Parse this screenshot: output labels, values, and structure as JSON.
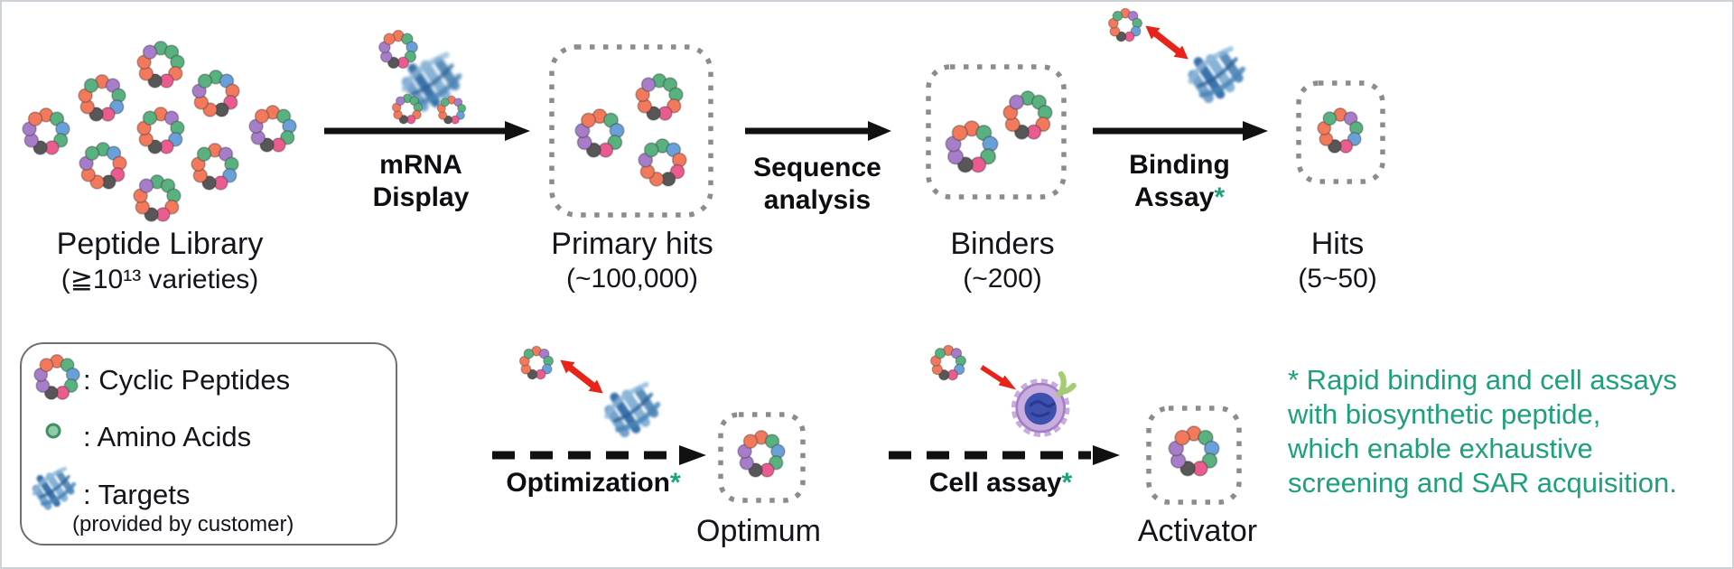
{
  "top_flow": {
    "source": {
      "label": "Peptide Library",
      "sub": "(≧10¹³ varieties)"
    },
    "steps": [
      {
        "label": "mRNA\nDisplay",
        "asterisk": ""
      },
      {
        "label": "Sequence\nanalysis",
        "asterisk": ""
      },
      {
        "label": "Binding\nAssay",
        "asterisk": "*"
      }
    ],
    "nodes": [
      {
        "label": "Primary hits",
        "sub": "(~100,000)"
      },
      {
        "label": "Binders",
        "sub": "(~200)"
      },
      {
        "label": "Hits",
        "sub": "(5~50)"
      }
    ]
  },
  "bottom_flow": {
    "steps": [
      {
        "label": "Optimization",
        "asterisk": "*"
      },
      {
        "label": "Cell assay",
        "asterisk": "*"
      }
    ],
    "nodes": [
      {
        "label": "Optimum"
      },
      {
        "label": "Activator"
      }
    ]
  },
  "legend": {
    "items": [
      {
        "icon": "cyclic-peptide-icon",
        "label": ": Cyclic Peptides"
      },
      {
        "icon": "amino-acid-icon",
        "label": ": Amino Acids"
      },
      {
        "icon": "target-icon",
        "label": ": Targets",
        "sub": "(provided by customer)"
      }
    ]
  },
  "footnote": {
    "text": "* Rapid binding and cell assays\nwith biosynthetic peptide,\nwhich enable exhaustive\nscreening and SAR acquisition."
  },
  "colors": {
    "accent_teal": "#1CA17C",
    "arrow_black": "#111111",
    "red_arrow": "#E8231A",
    "dotted_border": "#8C8C8C"
  }
}
